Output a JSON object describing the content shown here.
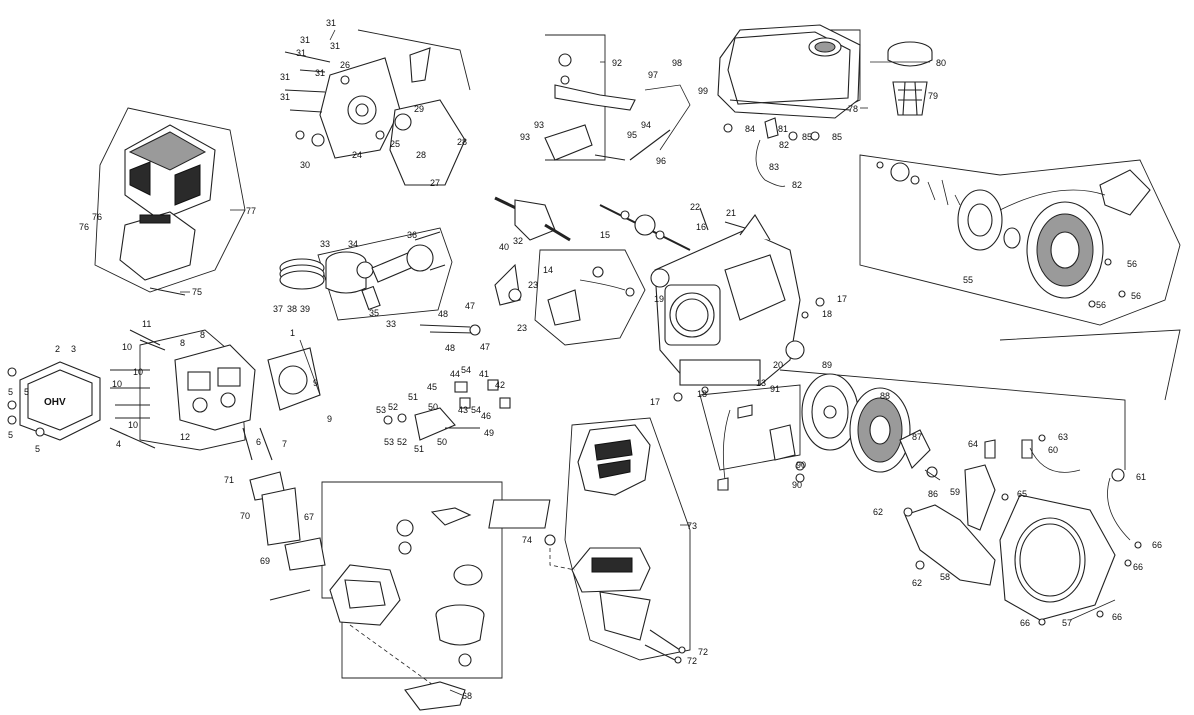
{
  "callouts": [
    "31",
    "31",
    "31",
    "31",
    "26",
    "31",
    "31",
    "29",
    "31",
    "24",
    "25",
    "28",
    "28",
    "30",
    "27",
    "92",
    "97",
    "98",
    "99",
    "93",
    "93",
    "94",
    "95",
    "96",
    "80",
    "79",
    "78",
    "84",
    "81",
    "85",
    "85",
    "82",
    "83",
    "82",
    "77",
    "76",
    "76",
    "75",
    "33",
    "34",
    "36",
    "37",
    "38",
    "39",
    "35",
    "33",
    "32",
    "40",
    "22",
    "21",
    "16",
    "15",
    "14",
    "23",
    "23",
    "19",
    "17",
    "18",
    "20",
    "55",
    "56",
    "56",
    "56",
    "1",
    "2",
    "3",
    "5",
    "5",
    "5",
    "5",
    "11",
    "10",
    "10",
    "10",
    "10",
    "8",
    "8",
    "12",
    "6",
    "7",
    "4",
    "9",
    "9",
    "47",
    "48",
    "48",
    "47",
    "45",
    "44",
    "54",
    "41",
    "42",
    "43",
    "54",
    "46",
    "53",
    "52",
    "51",
    "50",
    "49",
    "53",
    "52",
    "50",
    "51",
    "89",
    "91",
    "13",
    "18",
    "17",
    "90",
    "90",
    "88",
    "87",
    "86",
    "64",
    "63",
    "60",
    "61",
    "59",
    "65",
    "66",
    "66",
    "66",
    "62",
    "62",
    "58",
    "57",
    "66",
    "71",
    "70",
    "67",
    "69",
    "68",
    "73",
    "74",
    "72",
    "72"
  ]
}
